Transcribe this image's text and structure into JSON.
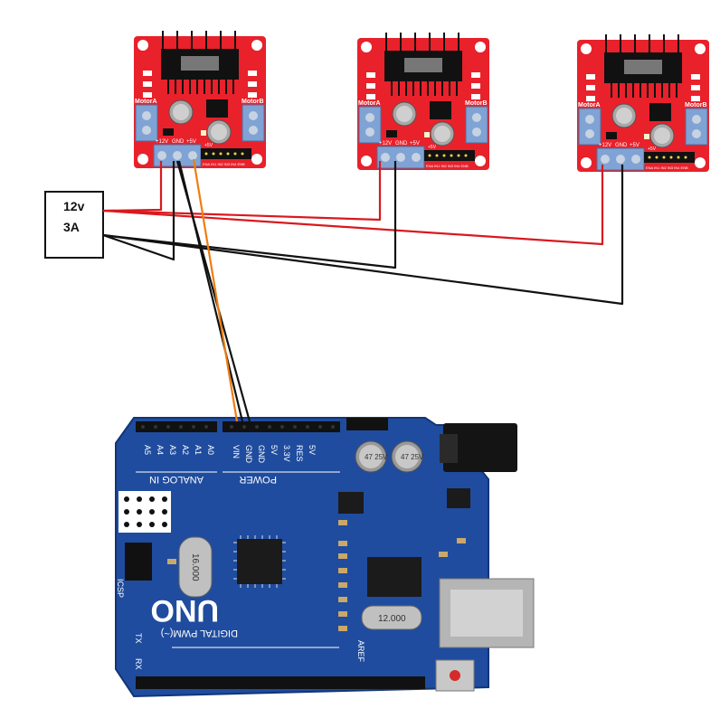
{
  "power_supply": {
    "voltage": "12v",
    "current": "3A"
  },
  "driver": {
    "motor_a": "MotorA",
    "motor_b": "MotorB",
    "pin_12v": "+12V",
    "pin_gnd": "GND",
    "pin_5v": "+5V",
    "pin_5v_short": "+5V",
    "header_pins": "ENA IN1 IN2 IN3 IN4 ENB"
  },
  "arduino": {
    "board_name": "UNO",
    "digital_label": "DIGITAL PWM(~)",
    "power_label": "POWER",
    "analog_label": "ANALOG IN",
    "crystal_1": "16.000",
    "crystal_2": "12.000",
    "cap_text": "47 25V",
    "power_pins": [
      "5V",
      "RES",
      "3.3V",
      "5V",
      "GND",
      "GND",
      "VIN"
    ],
    "analog_pins": [
      "A0",
      "A1",
      "A2",
      "A3",
      "A4",
      "A5"
    ],
    "icsp": "ICSP",
    "tx": "TX",
    "rx": "RX",
    "aref": "AREF"
  },
  "colors": {
    "driver_board": "#e8212b",
    "arduino_board": "#1f4c9e",
    "wire_positive": "#d9191f",
    "wire_ground": "#111111",
    "wire_signal": "#ef7d10"
  }
}
